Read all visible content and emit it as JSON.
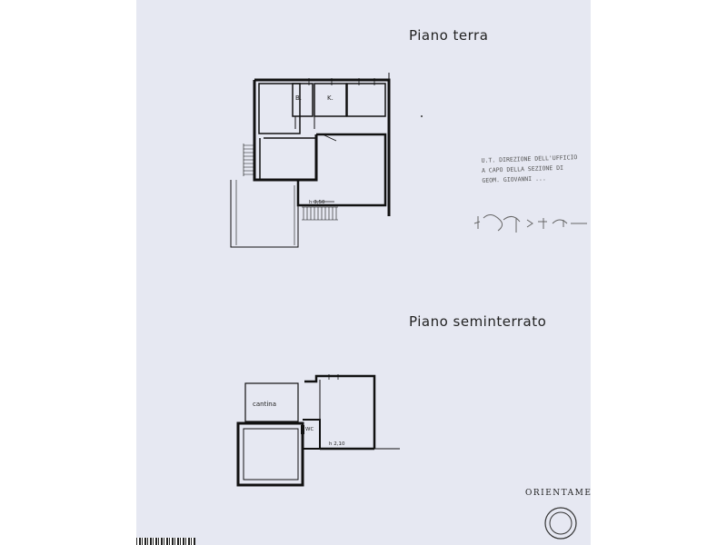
{
  "ground_floor": {
    "title": "Piano terra",
    "labels": {
      "bath": "B.",
      "kitchen": "K.",
      "dimension": "h 3,50"
    }
  },
  "basement": {
    "title": "Piano seminterrato",
    "labels": {
      "cellar": "cantina",
      "wc": "WC",
      "corridor": "h 2,10"
    }
  },
  "stamp": {
    "lines": [
      "U.T. DIREZIONE DELL'UFFICIO",
      "A CAPO DELLA SEZIONE DI",
      "GEOM. GIOVANNI ..."
    ]
  },
  "orientation": {
    "label": "ORIENTAMEN"
  }
}
